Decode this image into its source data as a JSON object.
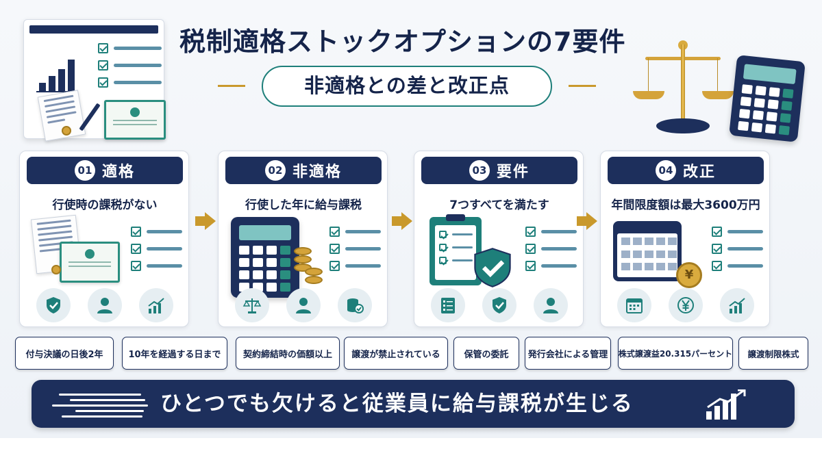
{
  "title": "税制適格ストックオプションの7要件",
  "subtitle": "非適格との差と改正点",
  "steps": [
    {
      "num": "01",
      "name": "適格",
      "desc": "行使時の課税がない"
    },
    {
      "num": "02",
      "name": "非適格",
      "desc": "行使した年に給与課税"
    },
    {
      "num": "03",
      "name": "要件",
      "desc": "7つすべてを満たす"
    },
    {
      "num": "04",
      "name": "改正",
      "desc": "年間限度額は最大3600万円"
    }
  ],
  "requirements": [
    "付与決議の日後2年",
    "10年を経過する日まで",
    "契約締結時の価額以上",
    "譲渡が禁止されている",
    "保管の委託",
    "発行会社による管理",
    "株式譲渡益20.315パーセント",
    "譲渡制限株式"
  ],
  "banner": "ひとつでも欠けると従業員に給与課税が生じる",
  "icons": {
    "step1": [
      "shield-check-icon",
      "person-icon",
      "growth-chart-icon"
    ],
    "step2": [
      "scale-icon",
      "person-icon",
      "coins-check-icon"
    ],
    "step3": [
      "checklist-icon",
      "shield-check-icon",
      "person-icon"
    ],
    "step4": [
      "calendar-icon",
      "yen-icon",
      "growth-chart-icon"
    ]
  },
  "colors": {
    "navy": "#1d2f5c",
    "teal": "#1e7f7a",
    "gold": "#c9992c"
  }
}
